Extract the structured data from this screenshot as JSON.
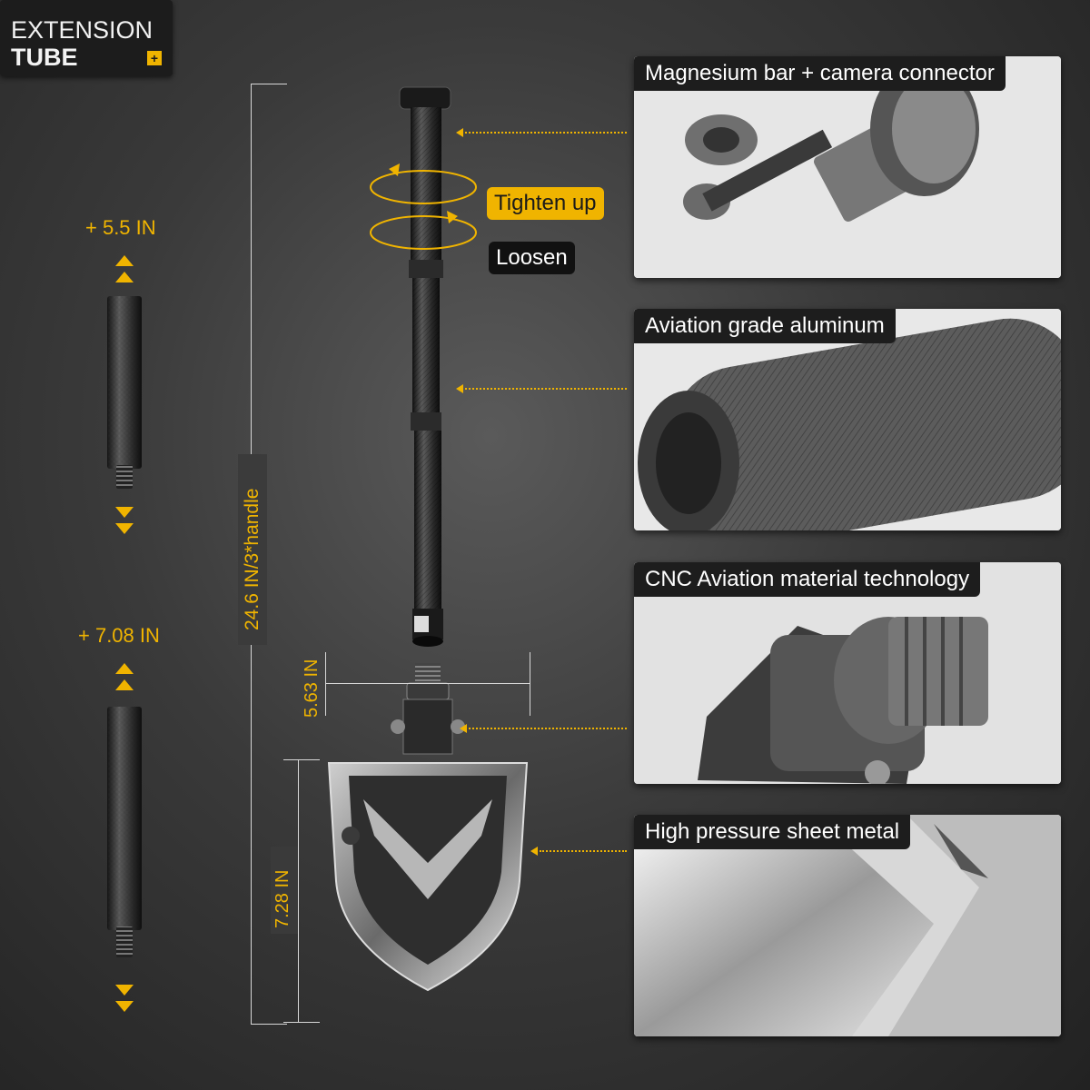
{
  "badge": {
    "line1": "EXTENSION",
    "line2": "TUBE",
    "plus": "+"
  },
  "extensions": [
    {
      "label": "+ 5.5 IN"
    },
    {
      "label": "+ 7.08 IN"
    }
  ],
  "rotation": {
    "tighten": "Tighten up",
    "loosen": "Loosen"
  },
  "dimensions": {
    "total": "24.6 IN/3*handle",
    "neck": "5.63 IN",
    "blade": "7.28 IN"
  },
  "panels": [
    {
      "title": "Magnesium bar + camera connector"
    },
    {
      "title": "Aviation grade aluminum"
    },
    {
      "title": "CNC Aviation material technology"
    },
    {
      "title": "High pressure sheet metal"
    }
  ],
  "colors": {
    "accent": "#f0b400",
    "panel_header": "#1d1d1d",
    "background": "#3a3a3a"
  }
}
